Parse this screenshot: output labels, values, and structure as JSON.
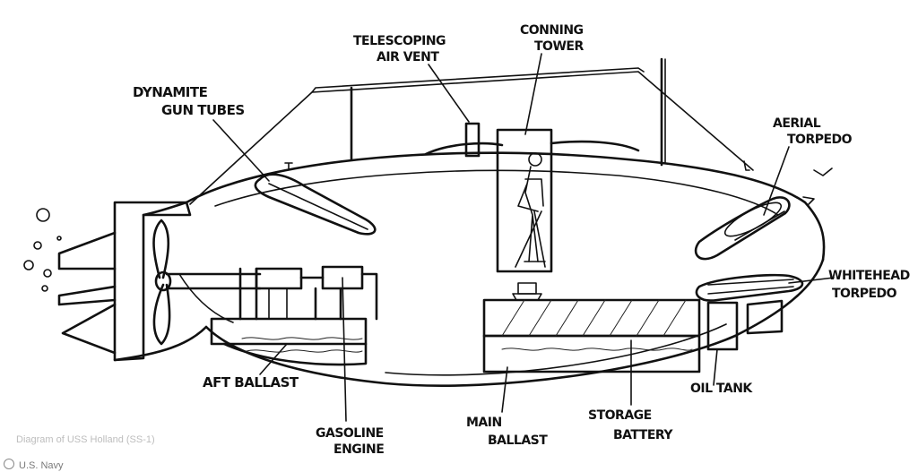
{
  "labels": {
    "dynamite_line1": "DYNAMITE",
    "dynamite_line2": "GUN TUBES",
    "vent_line1": "TELESCOPING",
    "vent_line2": "AIR VENT",
    "conning_line1": "CONNING",
    "conning_line2": "TOWER",
    "aerial_line1": "AERIAL",
    "aerial_line2": "TORPEDO",
    "whitehead_line1": "WHITEHEAD",
    "whitehead_line2": "TORPEDO",
    "aft_ballast": "AFT BALLAST",
    "gasoline_line1": "GASOLINE",
    "gasoline_line2": "ENGINE",
    "main_line1": "MAIN",
    "main_line2": "BALLAST",
    "storage_line1": "STORAGE",
    "storage_line2": "BATTERY",
    "oil_tank": "OIL TANK"
  },
  "caption": "Diagram of USS Holland (SS-1)",
  "credit": "U.S. Navy",
  "credit_icon": "copyright-icon"
}
